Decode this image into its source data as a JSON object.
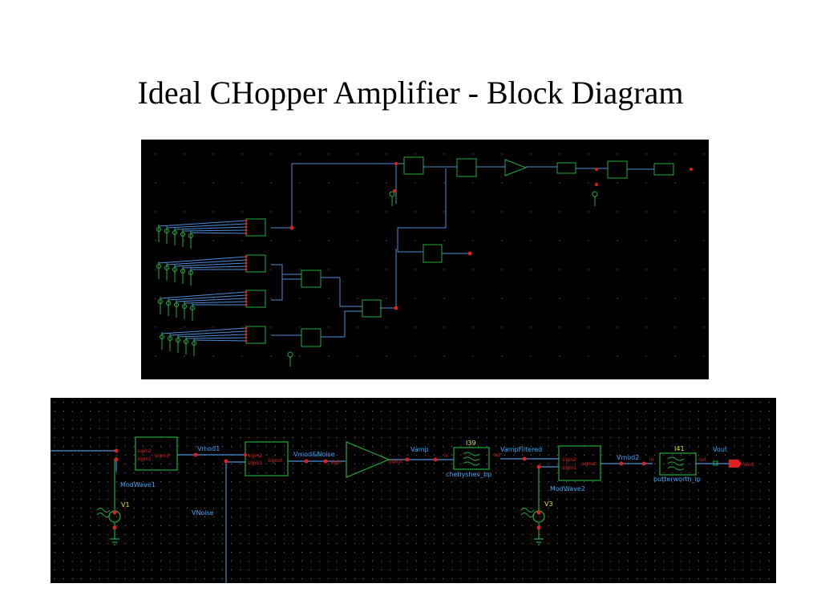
{
  "title": "Ideal CHopper Amplifier - Block Diagram",
  "colors": {
    "background": "#000000",
    "wire": "#4a8fd6",
    "component": "#1fae3a",
    "pin": "#e02020",
    "net_label": "#33aaff",
    "instance_label": "#e0e020"
  },
  "schematic": {
    "net_labels": {
      "vmod1": "Vmod1",
      "vmod_noise": "Vmod&Noise",
      "vamp": "Vamp",
      "vamp_filtered": "VampFiltered",
      "vmod2": "Vmod2",
      "vout": "Vout",
      "vnoise": "VNoise"
    },
    "blocks": {
      "modwave1": "ModWave1",
      "modwave2": "ModWave2",
      "filter1_id": "I39",
      "filter1_name": "chebyshev_bp",
      "filter2_id": "I41",
      "filter2_name": "butterworth_lp"
    },
    "sources": {
      "v1": "V1",
      "v3": "V3"
    },
    "pins": {
      "sigin2": "sigin2",
      "sigin1": "sigin1",
      "sigout": "sigout",
      "sigin": "sigin",
      "in": "in",
      "out": "out"
    },
    "output_port": "Vout"
  }
}
